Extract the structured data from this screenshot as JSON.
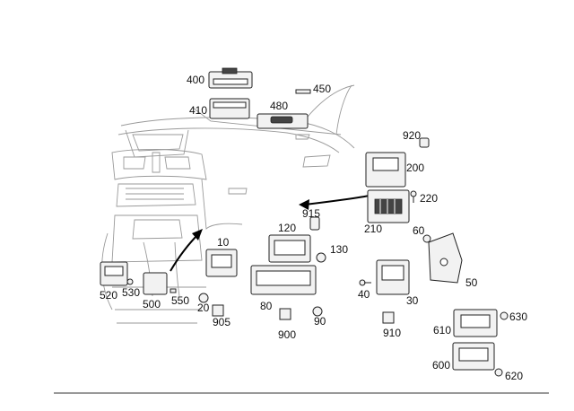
{
  "callouts": {
    "c400": "400",
    "c410": "410",
    "c450": "450",
    "c480": "480",
    "c920": "920",
    "c200": "200",
    "c220": "220",
    "c210": "210",
    "c915": "915",
    "c120": "120",
    "c130": "130",
    "c10": "10",
    "c60": "60",
    "c50": "50",
    "c40": "40",
    "c30": "30",
    "c520": "520",
    "c530": "530",
    "c500": "500",
    "c550": "550",
    "c20": "20",
    "c905": "905",
    "c80": "80",
    "c900": "900",
    "c90": "90",
    "c910": "910",
    "c630": "630",
    "c610": "610",
    "c600": "600",
    "c620": "620"
  },
  "colors": {
    "line": "#9a9a9a",
    "part_outline": "#222222",
    "arrow": "#000000"
  }
}
